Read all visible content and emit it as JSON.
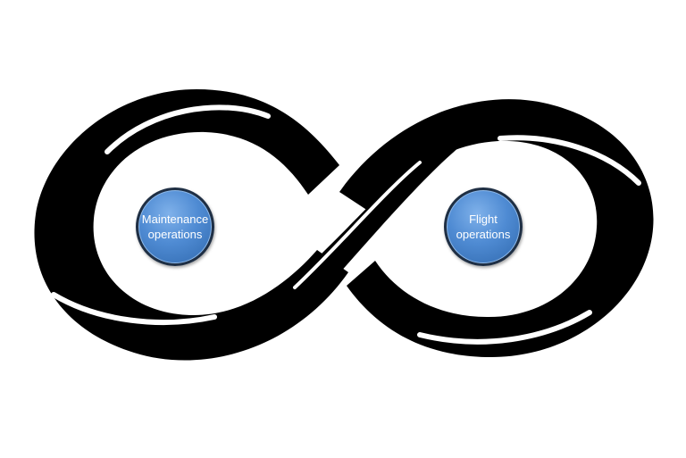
{
  "diagram": {
    "shape": "infinity-loop",
    "loop_color": "#000000",
    "background": "#ffffff",
    "nodes": [
      {
        "id": "left",
        "line1": "Maintenance",
        "line2": "operations",
        "color": "#4f8bd3"
      },
      {
        "id": "right",
        "line1": "Flight",
        "line2": "operations",
        "color": "#4f8bd3"
      }
    ]
  }
}
